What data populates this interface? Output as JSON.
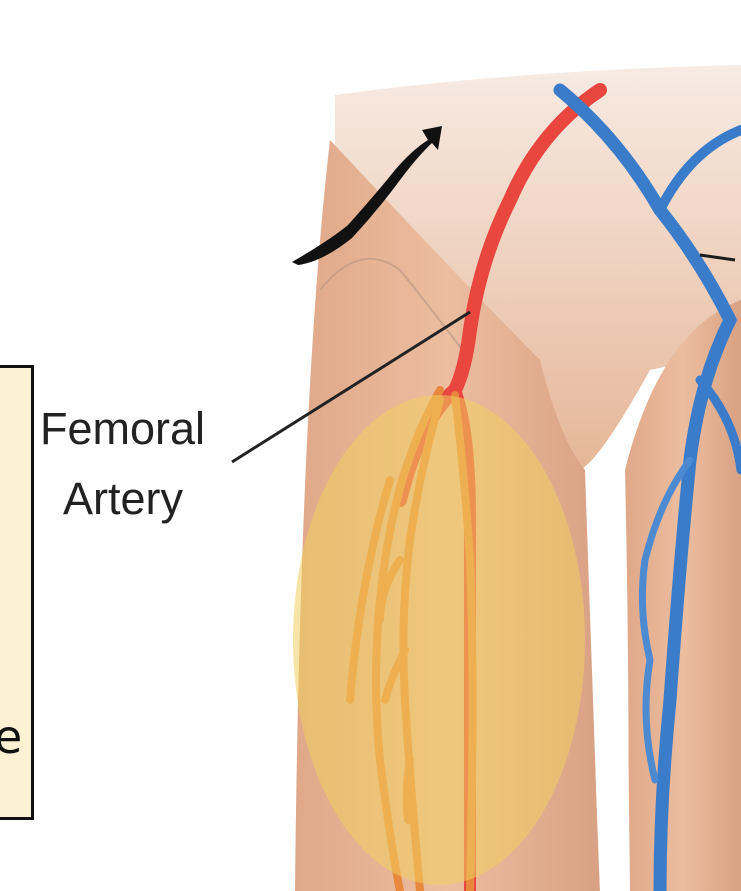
{
  "label": {
    "line1": "Femoral",
    "line2": "Artery"
  },
  "note_box": {
    "visible_text": "e"
  },
  "colors": {
    "artery": "#e8463f",
    "vein": "#3a7cc9",
    "skin": "#e9b495",
    "highlight": "#f0d060",
    "note_box_fill": "#fdf1d4"
  }
}
